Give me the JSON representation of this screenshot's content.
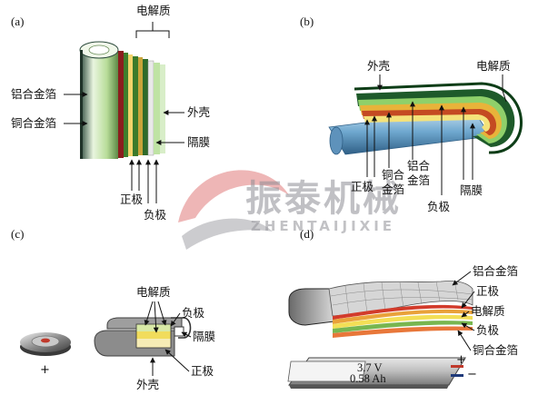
{
  "panels": {
    "a": {
      "tag": "(a)",
      "labels": {
        "electrolyte": "电解质",
        "al_foil": "铝合金箔",
        "cu_foil": "铜合金箔",
        "shell": "外壳",
        "separator": "隔膜",
        "positive": "正极",
        "negative": "负极"
      }
    },
    "b": {
      "tag": "(b)",
      "labels": {
        "shell": "外壳",
        "electrolyte": "电解质",
        "positive": "正极",
        "cu_foil_1": "铜合",
        "cu_foil_2": "金箔",
        "al_foil_1": "铝合",
        "al_foil_2": "金箔",
        "negative": "负极",
        "separator": "隔膜"
      }
    },
    "c": {
      "tag": "(c)",
      "plus": "+",
      "labels": {
        "electrolyte": "电解质",
        "negative": "负极",
        "separator": "隔膜",
        "positive": "正极",
        "shell": "外壳"
      }
    },
    "d": {
      "tag": "(d)",
      "labels": {
        "al_foil": "铝合金箔",
        "positive": "正极",
        "electrolyte": "电解质",
        "negative": "负极",
        "cu_foil": "铜合金箔"
      },
      "voltage": "3.7 V",
      "capacity": "0.58 Ah",
      "plus": "+",
      "minus": "−"
    }
  },
  "watermark": {
    "cn": "振泰机械",
    "en": "ZHENTAIJIXIE"
  }
}
